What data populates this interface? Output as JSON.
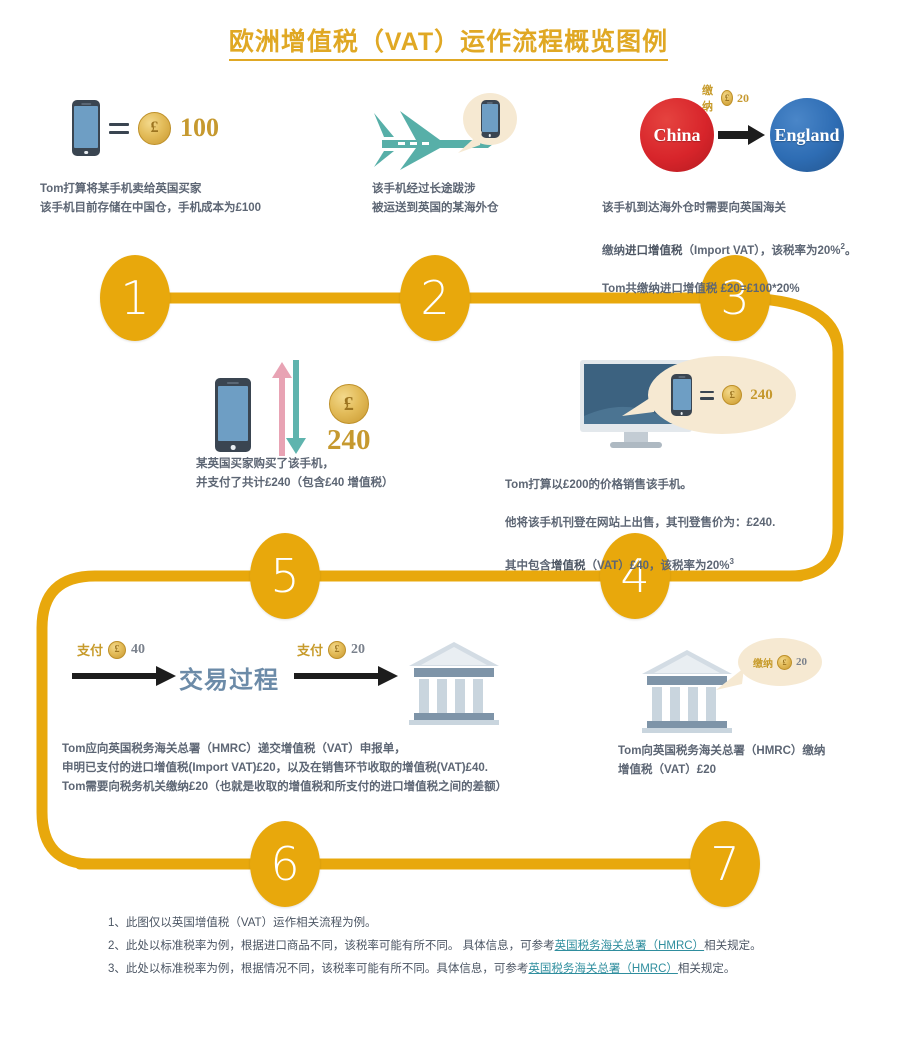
{
  "title": "欧洲增值税（VAT）运作流程概览图例",
  "theme": {
    "amber": "#E8A80C",
    "title_gold": "#E0A824",
    "teal": "#5FB4AE",
    "pink": "#E8A3B4",
    "red": "#D8252B",
    "blue": "#2E6DB4",
    "bubble_beige": "#F6E9D2",
    "text_gray": "#5d6674",
    "link_teal": "#2F8E9E"
  },
  "steps": [
    {
      "number": "1",
      "caption": "Tom打算将某手机卖给英国买家\n该手机目前存储在中国仓，手机成本为£100",
      "coin_symbol": "£",
      "coin_amount": "100"
    },
    {
      "number": "2",
      "caption": "该手机经过长途跋涉\n被运送到英国的某海外仓"
    },
    {
      "number": "3",
      "caption_line1": "该手机到达海外仓时需要向英国海关",
      "caption_line2_pre": "缴纳",
      "caption_line2_bold": "进口增值税",
      "caption_line2_post": "（Import VAT），该税率为20%",
      "caption_line2_sup": "2",
      "caption_line2_end": "。",
      "caption_line3": "Tom共缴纳进口增值税 £20=£100*20%",
      "origin_label": "China",
      "destination_label": "England",
      "pay_label": "缴纳",
      "pay_symbol": "£",
      "pay_amount": "20"
    },
    {
      "number": "4",
      "caption_line1": "Tom打算以£200的价格销售该手机。",
      "caption_line2": "他将该手机刊登在网站上出售，其刊登售价为：£240.",
      "caption_line3_pre": "其中包含",
      "caption_line3_bold": "增值税",
      "caption_line3_post": "（VAT）£40，该税率为20%",
      "caption_line3_sup": "3",
      "bubble_symbol": "£",
      "bubble_amount": "240"
    },
    {
      "number": "5",
      "caption": "某英国买家购买了该手机，\n并支付了共计£240（包含£40 增值税）",
      "coin_symbol": "£",
      "coin_amount": "240"
    },
    {
      "number": "6",
      "caption": "Tom应向英国税务海关总署（HMRC）递交增值税（VAT）申报单，\n申明已支付的进口增值税(Import VAT)£20，以及在销售环节收取的增值税(VAT)£40.\nTom需要向税务机关缴纳£20（也就是收取的增值税和所支付的进口增值税之间的差额）",
      "pay1_label": "支付",
      "pay1_symbol": "£",
      "pay1_amount": "40",
      "pay2_label": "支付",
      "pay2_symbol": "£",
      "pay2_amount": "20",
      "process_label": "交易过程"
    },
    {
      "number": "7",
      "caption": "Tom向英国税务海关总署（HMRC）缴纳\n增值税（VAT）£20",
      "pay_label": "缴纳",
      "pay_symbol": "£",
      "pay_amount": "20"
    }
  ],
  "footnotes": [
    {
      "index": "1、",
      "text": "此图仅以英国增值税（VAT）运作相关流程为例。",
      "link": "",
      "tail": ""
    },
    {
      "index": "2、",
      "text": "此处以标准税率为例，根据进口商品不同，该税率可能有所不同。 具体信息，可参考",
      "link": "英国税务海关总署（HMRC）",
      "tail": "相关规定。"
    },
    {
      "index": "3、",
      "text": "此处以标准税率为例，根据情况不同，该税率可能有所不同。具体信息，可参考",
      "link": "英国税务海关总署（HMRC）",
      "tail": "相关规定。"
    }
  ]
}
